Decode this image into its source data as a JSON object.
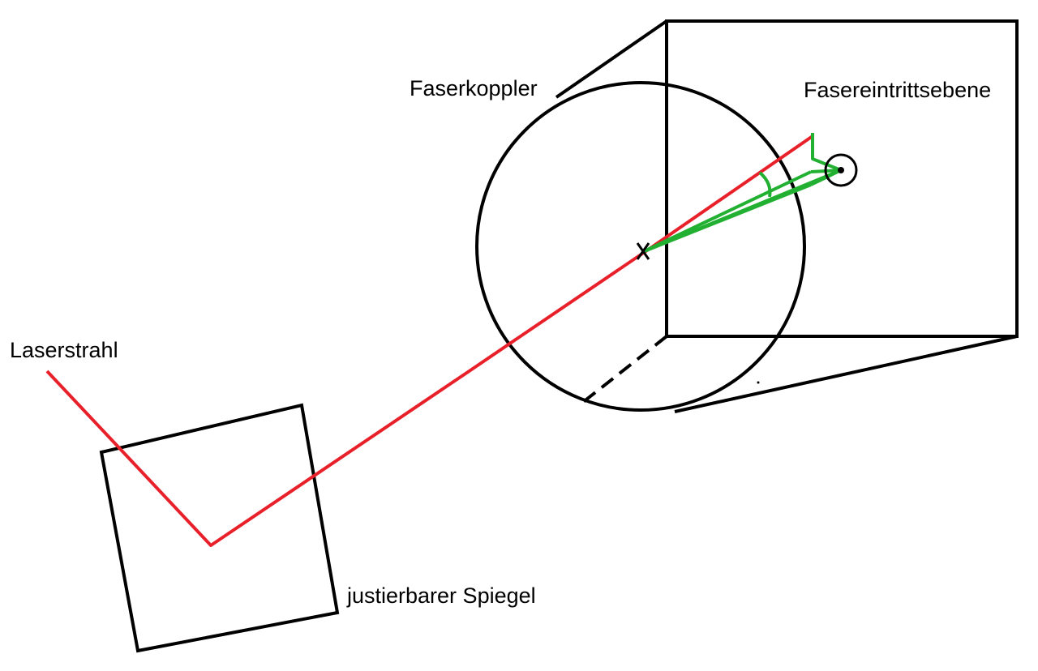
{
  "labels": {
    "faserkoppler": "Faserkoppler",
    "fasereintrittsebene": "Fasereintrittsebene",
    "laserstrahl": "Laserstrahl",
    "spiegel": "justierbarer Spiegel"
  },
  "colors": {
    "outline": "#000000",
    "laser": "#e8202a",
    "construction": "#22b032",
    "background": "#ffffff"
  }
}
